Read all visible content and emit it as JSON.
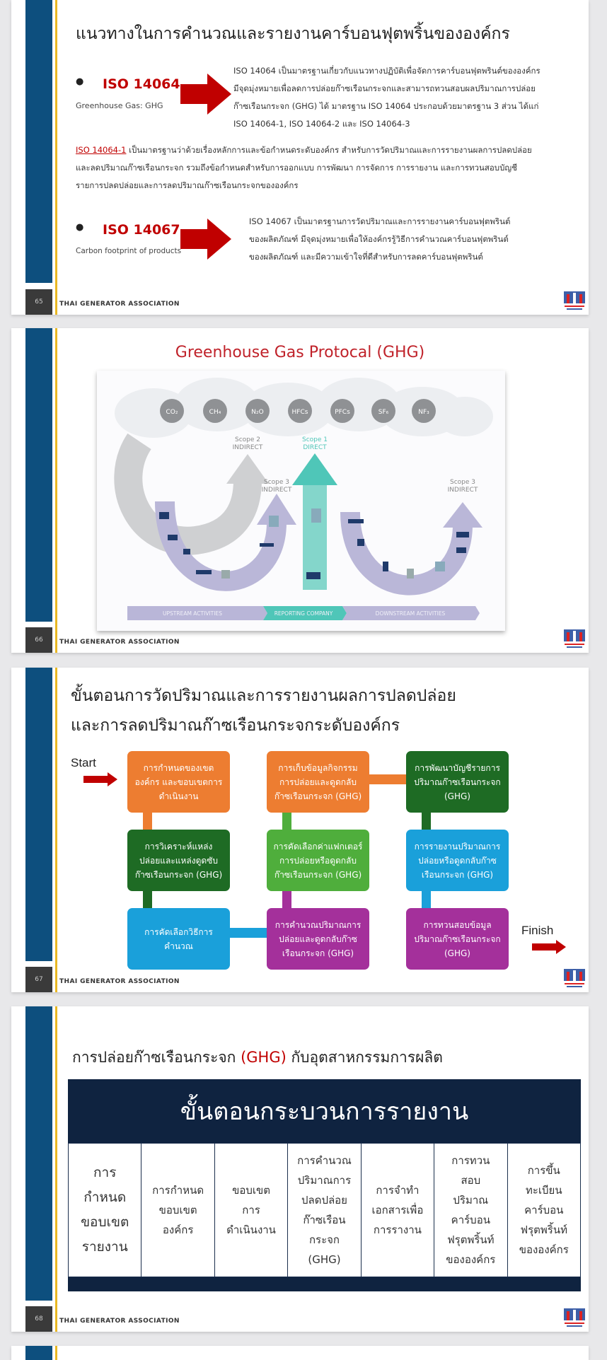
{
  "footer": {
    "association": "THAI GENERATOR ASSOCIATION"
  },
  "slide65": {
    "page": "65",
    "title": "แนวทางในการคำนวณและรายงานคาร์บอนฟุตพริ้นขององค์กร",
    "iso1": {
      "label": "ISO 14064",
      "sub": "Greenhouse Gas: GHG",
      "desc": [
        "ISO 14064 เป็นมาตรฐานเกี่ยวกับแนวทางปฏิบัติเพื่อจัดการคาร์บอนฟุตพรินต์ขององค์กร",
        "มีจุดมุ่งหมายเพื่อลดการปล่อยก๊าซเรือนกระจกและสามารถทวนสอบผลปริมาณการปล่อย",
        "ก๊าซเรือนกระจก (GHG) ได้ มาตรฐาน ISO 14064 ประกอบด้วยมาตรฐาน 3 ส่วน ได้แก่",
        "ISO 14064-1, ISO 14064-2 และ ISO 14064-3"
      ]
    },
    "para": {
      "link": "ISO 14064-1",
      "lines": [
        " เป็นมาตรฐานว่าด้วยเรื่องหลักการและข้อกำหนดระดับองค์กร สำหรับการวัดปริมาณและการรายงานผลการปลดปล่อย",
        "และลดปริมาณก๊าซเรือนกระจก รวมถึงข้อกำหนดสำหรับการออกแบบ การพัฒนา การจัดการ การรายงาน และการทวนสอบบัญชี",
        "รายการปลดปล่อยและการลดปริมาณก๊าซเรือนกระจกขององค์กร"
      ]
    },
    "iso2": {
      "label": "ISO 14067",
      "sub": "Carbon footprint of products",
      "desc": [
        "ISO 14067 เป็นมาตรฐานการวัดปริมาณและการรายงานคาร์บอนฟุตพรินต์",
        "ของผลิตภัณฑ์ มีจุดมุ่งหมายเพื่อให้องค์กรรู้วิธีการคำนวณคาร์บอนฟุตพรินต์",
        "ของผลิตภัณฑ์ และมีความเข้าใจที่ดีสำหรับการลดคาร์บอนฟุตพรินต์"
      ]
    }
  },
  "slide66": {
    "page": "66",
    "title": "Greenhouse Gas Protocal (GHG)",
    "gases": [
      "CO₂",
      "CH₄",
      "N₂O",
      "HFCs",
      "PFCs",
      "SF₆",
      "NF₃"
    ],
    "scope2": [
      "Scope 2",
      "INDIRECT"
    ],
    "scope1": [
      "Scope 1",
      "DIRECT"
    ],
    "scope3a": [
      "Scope 3",
      "INDIRECT"
    ],
    "scope3b": [
      "Scope 3",
      "INDIRECT"
    ],
    "bar": [
      "UPSTREAM ACTIVITIES",
      "REPORTING COMPANY",
      "DOWNSTREAM ACTIVITIES"
    ],
    "colors": {
      "teal": "#4fc6b8",
      "grey": "#c9cacc",
      "purple": "#b9b6d8"
    }
  },
  "slide67": {
    "page": "67",
    "title1": "ขั้นตอนการวัดปริมาณและการรายงานผลการปลดปล่อย",
    "title2": "และการลดปริมาณก๊าซเรือนกระจกระดับองค์กร",
    "start": "Start",
    "finish": "Finish",
    "boxes": [
      "การกำหนดของเขต\nองค์กร และขอบเขตการ\nดำเนินงาน",
      "การเก็บข้อมูลกิจกรรม\nการปล่อยและดูดกลับ\nก๊าซเรือนกระจก (GHG)",
      "การพัฒนาบัญชีรายการ\nปริมาณก๊าซเรือนกระจก\n(GHG)",
      "การวิเคราะห์แหล่ง\nปล่อยและแหล่งดูดซับ\nก๊าซเรือนกระจก (GHG)",
      "การคัดเลือกค่าแฟกเตอร์\nการปล่อยหรือดูดกลับ\nก๊าซเรือนกระจก (GHG)",
      "การรายงานปริมาณการ\nปล่อยหรือดูดกลับก๊าซ\nเรือนกระจก (GHG)",
      "การคัดเลือกวิธีการ\nคำนวณ",
      "การคำนวณปริมาณการ\nปล่อยและดูดกลับก๊าซ\nเรือนกระจก (GHG)",
      "การทวนสอบข้อมูล\nปริมาณก๊าซเรือนกระจก\n(GHG)"
    ],
    "colors": {
      "orange": "#ed7d31",
      "darkgreen": "#1e6b24",
      "green": "#4fae3c",
      "blue": "#1aa0da",
      "purple": "#a4309b",
      "arrow": "#c00000"
    }
  },
  "slide68": {
    "page": "68",
    "title_a": "การปล่อยก๊าซเรือนกระจก ",
    "title_b": "(GHG)",
    "title_c": " กับอุตสาหกรรมการผลิต",
    "header": "ขั้นตอนกระบวนการรายงาน",
    "cells": [
      "การ\nกำหนด\nขอบเขต\nรายงาน",
      "การกำหนด\nขอบเขต\nองค์กร",
      "ขอบเขต\nการ\nดำเนินงาน",
      "การคำนวณ\nปริมาณการ\nปลดปล่อย\nก๊าซเรือน\nกระจก\n(GHG)",
      "การจำทำ\nเอกสารเพื่อ\nการรางาน",
      "การทวน\nสอบ\nปริมาณ\nคาร์บอน\nฟรุตพริ้นท์\nขององค์กร",
      "การขึ้น\nทะเบียน\nคาร์บอน\nฟรุตพริ้นท์\nขององค์กร"
    ]
  }
}
